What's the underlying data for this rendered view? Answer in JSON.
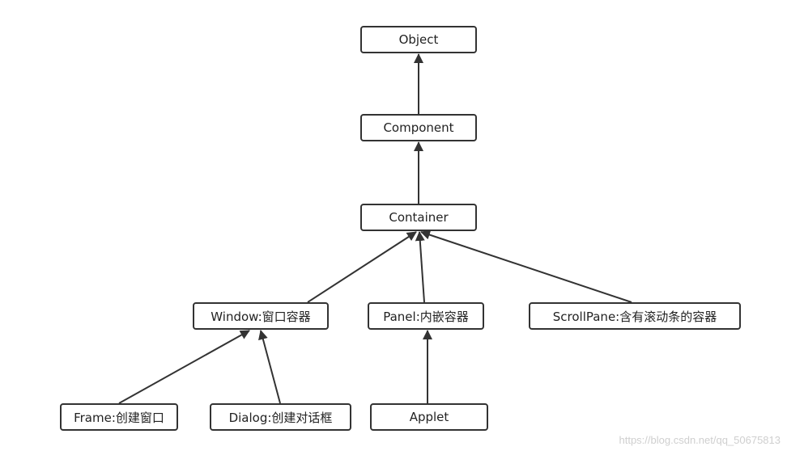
{
  "diagram": {
    "nodes": {
      "object": "Object",
      "component": "Component",
      "container": "Container",
      "window": "Window:窗口容器",
      "panel": "Panel:内嵌容器",
      "scrollpane": "ScrollPane:含有滚动条的容器",
      "frame": "Frame:创建窗口",
      "dialog": "Dialog:创建对话框",
      "applet": "Applet"
    },
    "edges": [
      {
        "from": "component",
        "to": "object"
      },
      {
        "from": "container",
        "to": "component"
      },
      {
        "from": "window",
        "to": "container"
      },
      {
        "from": "panel",
        "to": "container"
      },
      {
        "from": "scrollpane",
        "to": "container"
      },
      {
        "from": "frame",
        "to": "window"
      },
      {
        "from": "dialog",
        "to": "window"
      },
      {
        "from": "applet",
        "to": "panel"
      }
    ]
  },
  "watermark": "https://blog.csdn.net/qq_50675813",
  "colors": {
    "stroke": "#333333",
    "background": "#ffffff"
  }
}
